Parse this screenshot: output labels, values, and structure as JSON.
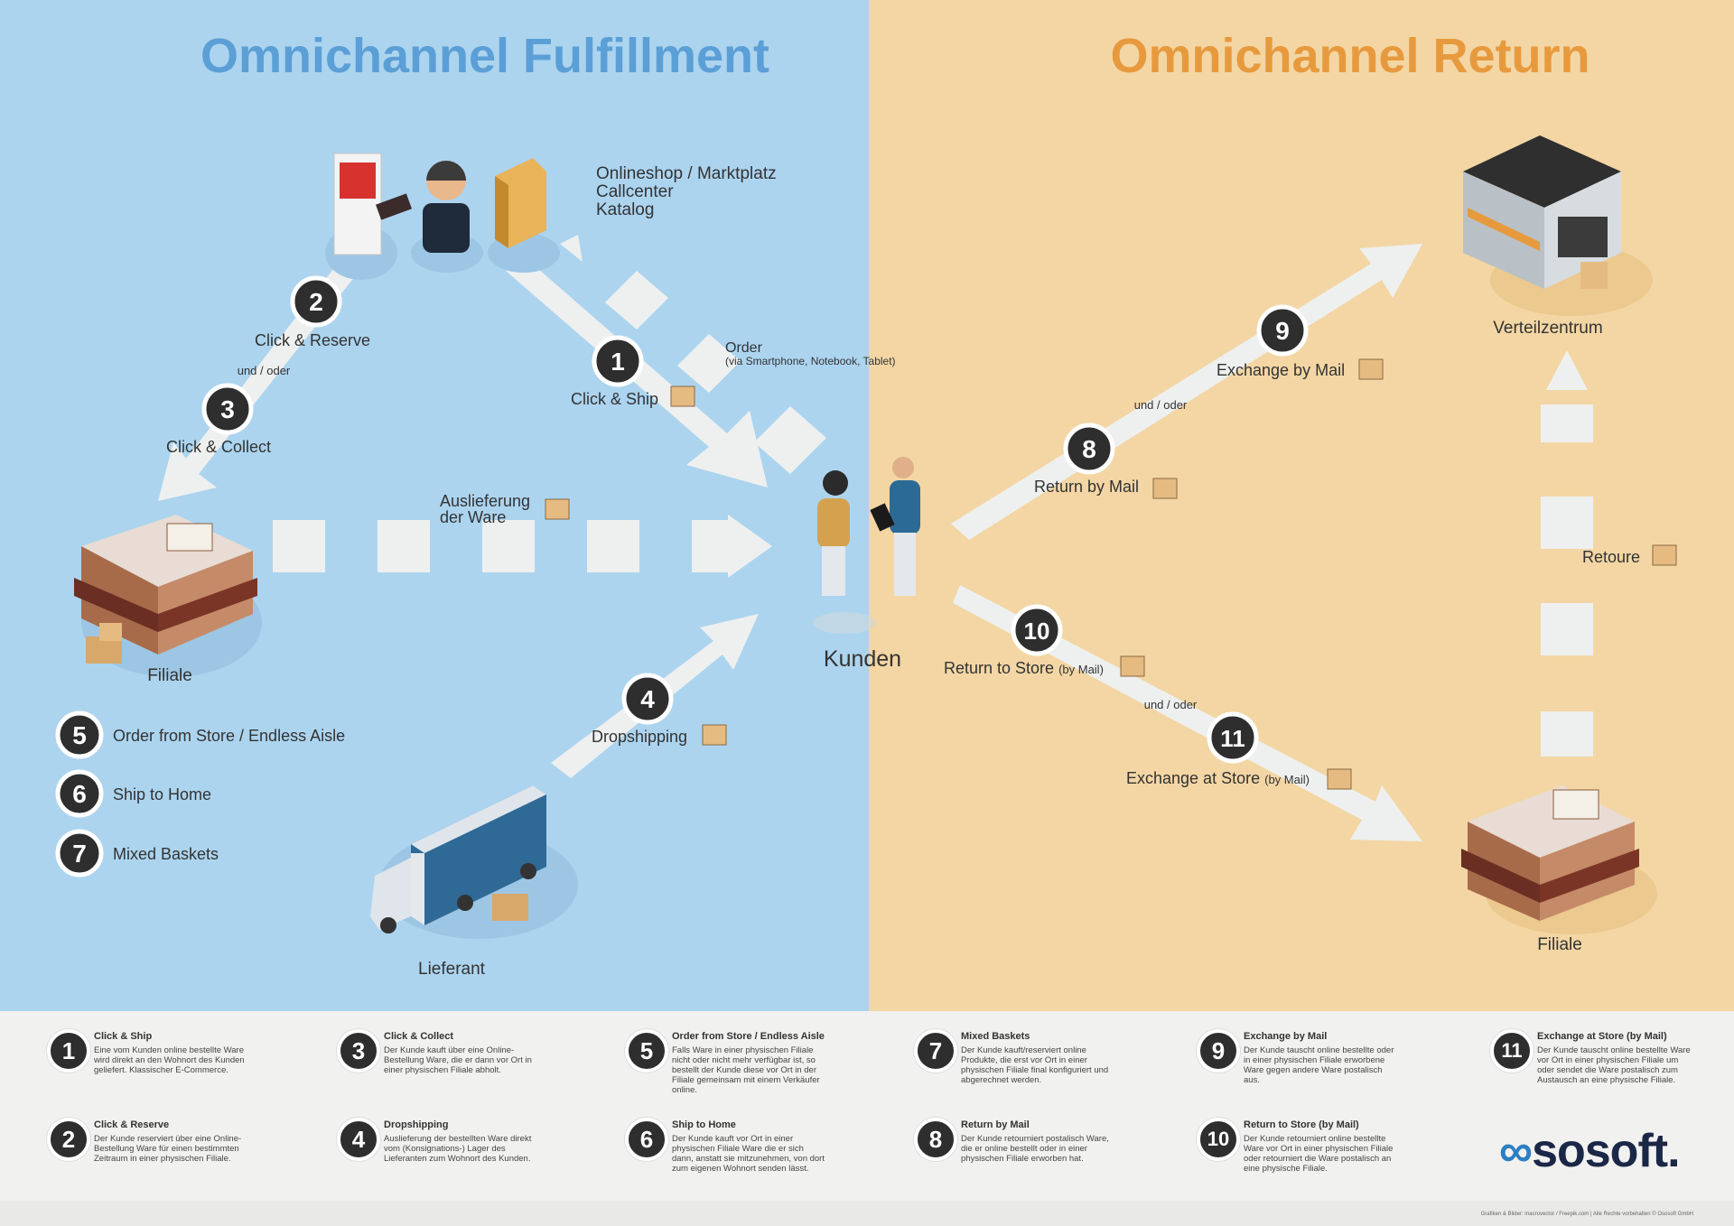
{
  "titles": {
    "left": "Omnichannel Fulfillment",
    "right": "Omnichannel Return"
  },
  "colors": {
    "left_bg": "#acd4ef",
    "right_bg": "#f3d6a4",
    "left_title": "#5b9fd6",
    "right_title": "#e79a3d",
    "arrow": "#eef0ef",
    "badge": "#2e2e2e"
  },
  "channels": [
    "Onlineshop / Marktplatz",
    "Callcenter",
    "Katalog"
  ],
  "order": {
    "label": "Order",
    "sub": "(via Smartphone, Notebook, Tablet)"
  },
  "nodes": {
    "filiale_left": "Filiale",
    "lieferant": "Lieferant",
    "kunden": "Kunden",
    "verteilzentrum": "Verteilzentrum",
    "filiale_right": "Filiale",
    "retoure": "Retoure",
    "auslieferung_1": "Auslieferung",
    "auslieferung_2": "der Ware"
  },
  "connector": "und / oder",
  "flows": [
    {
      "num": "1",
      "label": "Click & Ship"
    },
    {
      "num": "2",
      "label": "Click & Reserve"
    },
    {
      "num": "3",
      "label": "Click & Collect"
    },
    {
      "num": "4",
      "label": "Dropshipping"
    },
    {
      "num": "8",
      "label": "Return by Mail"
    },
    {
      "num": "9",
      "label": "Exchange by Mail"
    },
    {
      "num": "10",
      "label": "Return to Store",
      "sub": "(by Mail)"
    },
    {
      "num": "11",
      "label": "Exchange at Store",
      "sub": "(by Mail)"
    }
  ],
  "left_list": [
    {
      "num": "5",
      "label": "Order from Store / Endless Aisle"
    },
    {
      "num": "6",
      "label": "Ship to Home"
    },
    {
      "num": "7",
      "label": "Mixed Baskets"
    }
  ],
  "legend": [
    {
      "num": "1",
      "title": "Click & Ship",
      "desc": "Eine vom Kunden online bestellte Ware wird direkt an den Wohnort des Kunden geliefert. Klassischer E-Commerce."
    },
    {
      "num": "2",
      "title": "Click & Reserve",
      "desc": "Der Kunde reserviert über eine Online-Bestellung Ware für einen bestimmten Zeitraum in einer physischen Filiale."
    },
    {
      "num": "3",
      "title": "Click & Collect",
      "desc": "Der Kunde kauft über eine Online-Bestellung Ware, die er dann vor Ort in einer physischen Filiale abholt."
    },
    {
      "num": "4",
      "title": "Dropshipping",
      "desc": "Auslieferung der bestellten Ware direkt vom (Konsignations-) Lager des Lieferanten zum Wohnort des Kunden."
    },
    {
      "num": "5",
      "title": "Order from Store / Endless Aisle",
      "desc": "Falls Ware in einer physischen Filiale nicht oder nicht mehr verfügbar ist, so bestellt der Kunde diese vor Ort in der Filiale gemeinsam mit einem Verkäufer online."
    },
    {
      "num": "6",
      "title": "Ship to Home",
      "desc": "Der Kunde kauft vor Ort in einer physischen Filiale Ware die er sich dann, anstatt sie mitzunehmen, von dort zum eigenen Wohnort senden lässt."
    },
    {
      "num": "7",
      "title": "Mixed Baskets",
      "desc": "Der Kunde kauft/reserviert online Produkte, die erst vor Ort in einer physischen Filiale final konfiguriert und abgerechnet werden."
    },
    {
      "num": "8",
      "title": "Return by Mail",
      "desc": "Der Kunde retourniert postalisch Ware, die er online bestellt oder in einer physischen Filiale erworben hat."
    },
    {
      "num": "9",
      "title": "Exchange by Mail",
      "desc": "Der Kunde tauscht online bestellte oder in einer physischen Filiale erworbene Ware gegen andere Ware postalisch aus."
    },
    {
      "num": "10",
      "title": "Return to Store (by Mail)",
      "desc": "Der Kunde retourniert online bestellte Ware vor Ort in einer physischen Filiale oder retourniert die Ware postalisch an eine physische Filiale."
    },
    {
      "num": "11",
      "title": "Exchange at Store (by Mail)",
      "desc": "Der Kunde tauscht online bestellte Ware vor Ort in einer physischen Filiale um oder sendet die Ware postalisch zum Austausch an eine physische Filiale."
    }
  ],
  "logo": {
    "text": "sosoft."
  },
  "credits": "Grafiken & Bilder: macrovector / Freepik.com | Alle Rechte vorbehalten © Ososoft GmbH"
}
